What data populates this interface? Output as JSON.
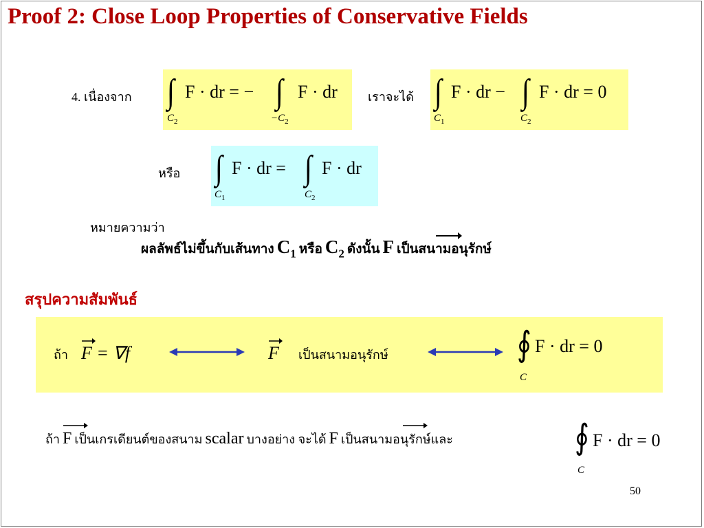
{
  "title": "Proof 2: Close Loop Properties of Conservative Fields",
  "step": {
    "label": "4. เนื่องจาก",
    "then_label": "เราจะได้",
    "or_label": "หรือ",
    "meaning_label": "หมายความว่า"
  },
  "eq1": {
    "lhs": "F · dr = −",
    "rhs": "F · dr",
    "lower1": "C",
    "lower1_sub": "2",
    "lower2": "−C",
    "lower2_sub": "2"
  },
  "eq2": {
    "term1": "F · dr −",
    "term2": "F · dr = 0",
    "lower1": "C",
    "lower1_sub": "1",
    "lower2": "C",
    "lower2_sub": "2"
  },
  "eq3": {
    "term1": "F · dr =",
    "term2": "F · dr",
    "lower1": "C",
    "lower1_sub": "1",
    "lower2": "C",
    "lower2_sub": "2"
  },
  "conclusion": {
    "part1": "ผลลัพธ์ไม่ขึ้นกับเส้นทาง",
    "c1": "C",
    "c1_sub": "1",
    "or": "หรือ",
    "c2": "C",
    "c2_sub": "2",
    "part2": "ดังนั้น",
    "F": "F",
    "part3": "เป็นสนามอนุรักษ์"
  },
  "summary": {
    "heading": "สรุปความสัมพันธ์",
    "if_label": "ถ้า",
    "gradient_eq": "F = ∇f",
    "F": "F",
    "conservative_label": "เป็นสนามอนุรักษ์",
    "loop_eq": "F · dr = 0",
    "loop_lower": "C"
  },
  "bottom": {
    "if_label": "ถ้า",
    "F1": "F",
    "text1": "เป็นเกรเดียนต์ของสนาม",
    "scalar": "scalar",
    "text2": "บางอย่าง จะได้",
    "F2": "F",
    "text3": "เป็นสนามอนุรักษ์และ",
    "loop_eq": "F · dr = 0",
    "loop_lower": "C"
  },
  "page_number": "50",
  "colors": {
    "title": "#b00000",
    "heading": "#c00000",
    "yellow_box": "#ffff99",
    "cyan_box": "#ccffff",
    "arrow": "#2b3bb5"
  }
}
